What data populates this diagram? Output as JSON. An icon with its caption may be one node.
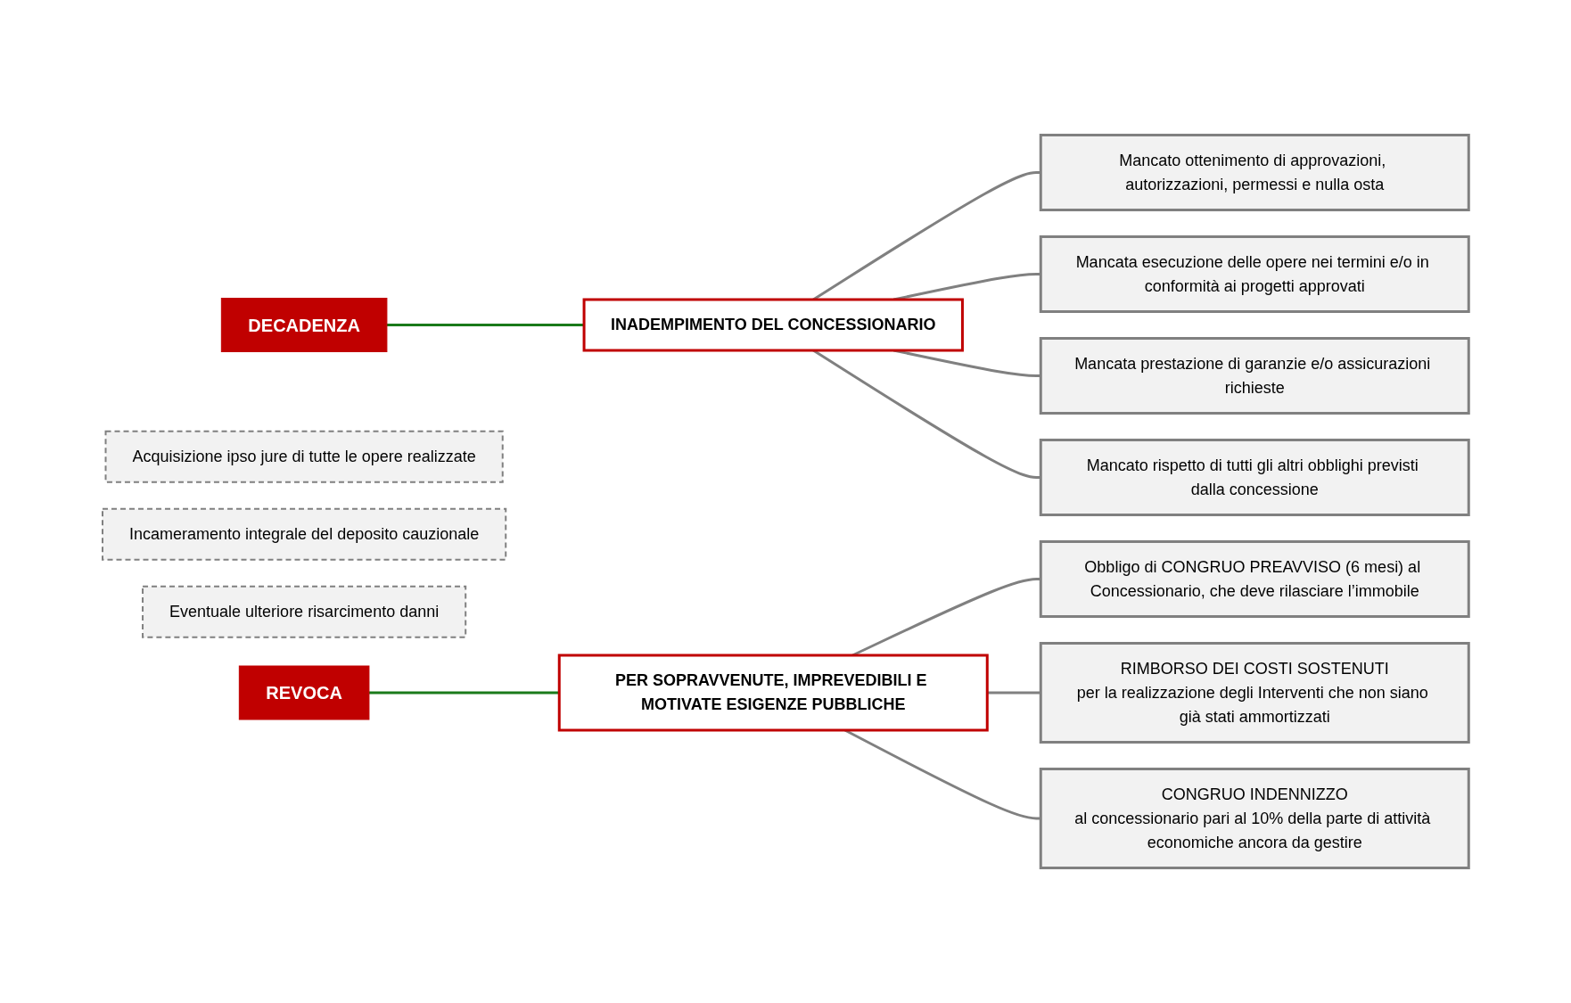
{
  "diagram": {
    "nodes": [
      {
        "text": [
          "DECADENZA"
        ]
      },
      {
        "text": [
          "INADEMPIMENTO DEL CONCESSIONARIO"
        ]
      },
      {
        "text": [
          "Mancato ottenimento di approvazioni, autorizzazioni, permessi e nulla osta"
        ]
      },
      {
        "text": [
          "Mancata esecuzione delle opere nei termini e/o in conformità ai progetti approvati"
        ]
      },
      {
        "text": [
          "Mancata prestazione di garanzie e/o assicurazioni richieste"
        ]
      },
      {
        "text": [
          "Mancato rispetto di tutti gli altri obblighi previsti dalla concessione"
        ]
      },
      {
        "text": [
          "Acquisizione ipso jure di tutte le opere realizzate"
        ]
      },
      {
        "text": [
          "Incameramento integrale del deposito cauzionale"
        ]
      },
      {
        "text": [
          "Eventuale ulteriore risarcimento danni"
        ]
      },
      {
        "text": [
          "REVOCA"
        ]
      },
      {
        "text": [
          "PER SOPRAVVENUTE, IMPREVEDIBILI E MOTIVATE ESIGENZE PUBBLICHE"
        ]
      },
      {
        "text": [
          "Obbligo di CONGRUO PREAVVISO (6 mesi) al Concessionario, che deve rilasciare l’immobile"
        ]
      },
      {
        "text": [
          "RIMBORSO DEI COSTI SOSTENUTI",
          "per la realizzazione degli Interventi che non siano già stati ammortizzati"
        ]
      },
      {
        "text": [
          "CONGRUO INDENNIZZO",
          "al concessionario pari al 10% della parte di attività economiche ancora da gestire"
        ]
      }
    ],
    "edges": [
      {
        "from": 0,
        "to": 1,
        "arrow": "none",
        "color": "#1a7a1a"
      },
      {
        "from": 1,
        "to": 2,
        "arrow": "none"
      },
      {
        "from": 1,
        "to": 3,
        "arrow": "none"
      },
      {
        "from": 1,
        "to": 4,
        "arrow": "none"
      },
      {
        "from": 1,
        "to": 5,
        "arrow": "none"
      },
      {
        "from": 9,
        "to": 10,
        "arrow": "none",
        "color": "#1a7a1a"
      },
      {
        "from": 10,
        "to": 11,
        "arrow": "none"
      },
      {
        "from": 10,
        "to": 12,
        "arrow": "none"
      },
      {
        "from": 10,
        "to": 13,
        "arrow": "none"
      }
    ]
  }
}
